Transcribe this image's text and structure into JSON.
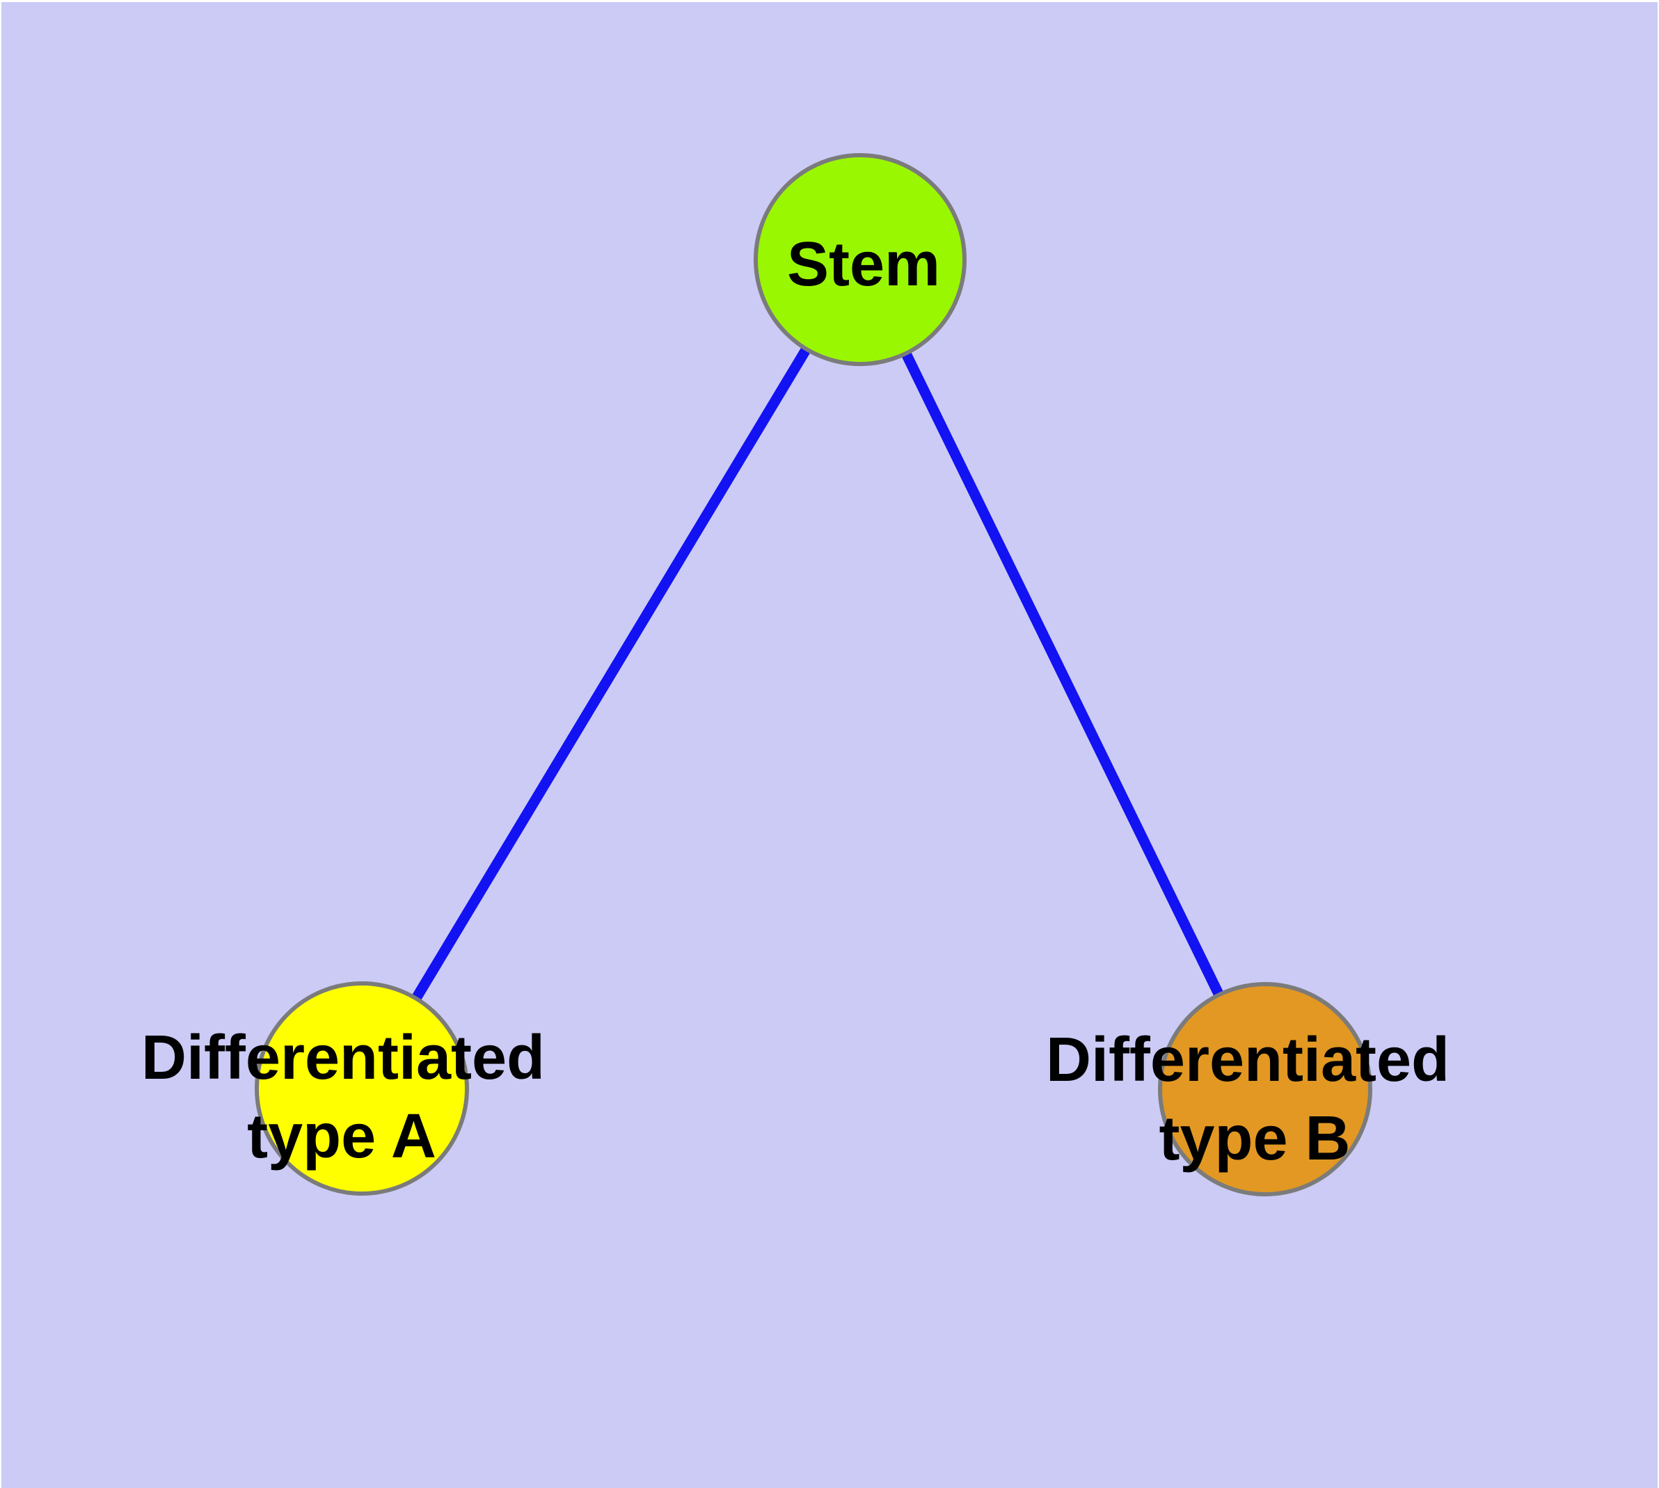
{
  "diagram": {
    "background_color": "#CBCBF6",
    "edge_color": "#1212F2",
    "node_border_color": "#7B7B7B",
    "label_color": "#000000",
    "nodes": {
      "stem": {
        "label": "Stem",
        "fill": "#9AF702"
      },
      "type_a": {
        "label_line1": "Differentiated",
        "label_line2": "type A",
        "fill": "#FFFF00"
      },
      "type_b": {
        "label_line1": "Differentiated",
        "label_line2": "type B",
        "fill": "#E29822"
      }
    },
    "edges": [
      {
        "from": "Stem",
        "to": "Differentiated type A"
      },
      {
        "from": "Stem",
        "to": "Differentiated type B"
      }
    ]
  }
}
